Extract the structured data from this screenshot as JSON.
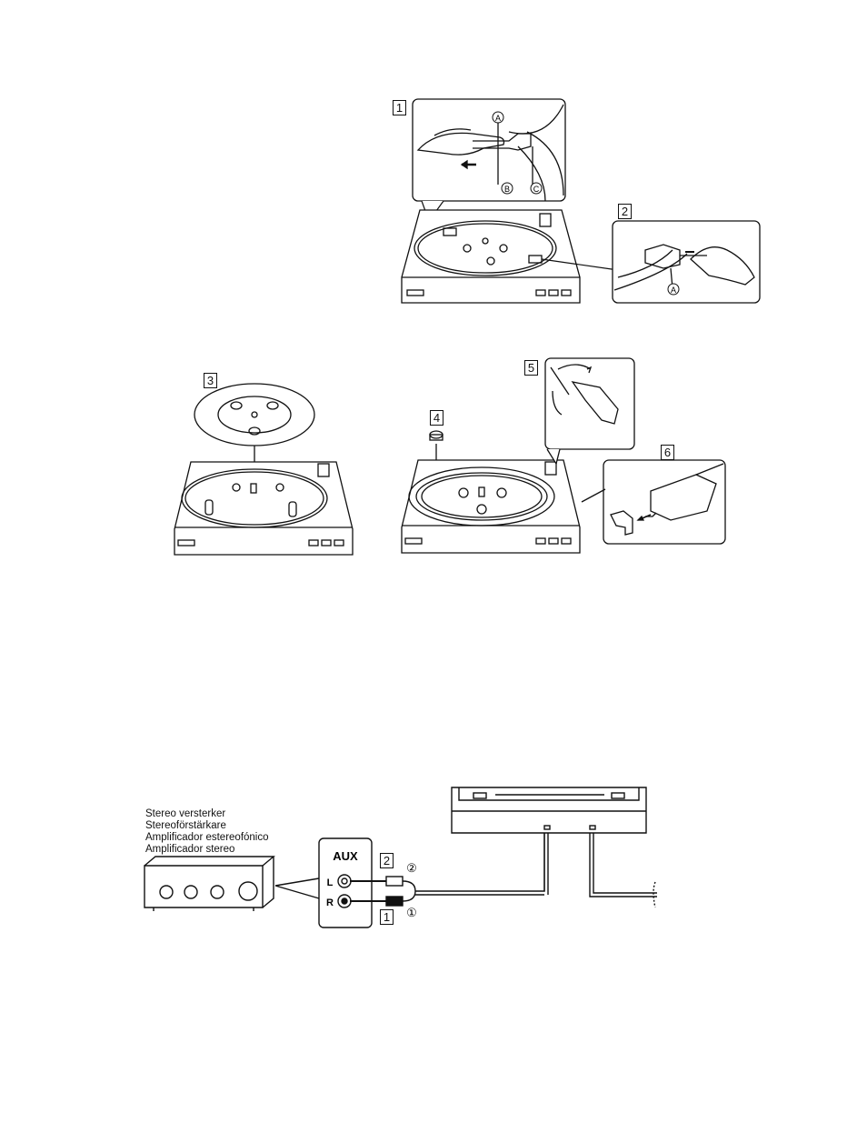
{
  "steps": {
    "s1": "1",
    "s2": "2",
    "s3": "3",
    "s4": "4",
    "s5": "5",
    "s6": "6",
    "c1": "1",
    "c2": "2"
  },
  "callouts": {
    "a": "A",
    "b": "B",
    "c": "C",
    "a2": "A"
  },
  "amplifier_labels": [
    "Stereo versterker",
    "Stereoförstärkare",
    "Amplificador estereofónico",
    "Amplificador stereo"
  ],
  "aux": {
    "title": "AUX",
    "left": "L",
    "right": "R"
  },
  "plug_marks": {
    "m1": "①",
    "m2": "②"
  }
}
